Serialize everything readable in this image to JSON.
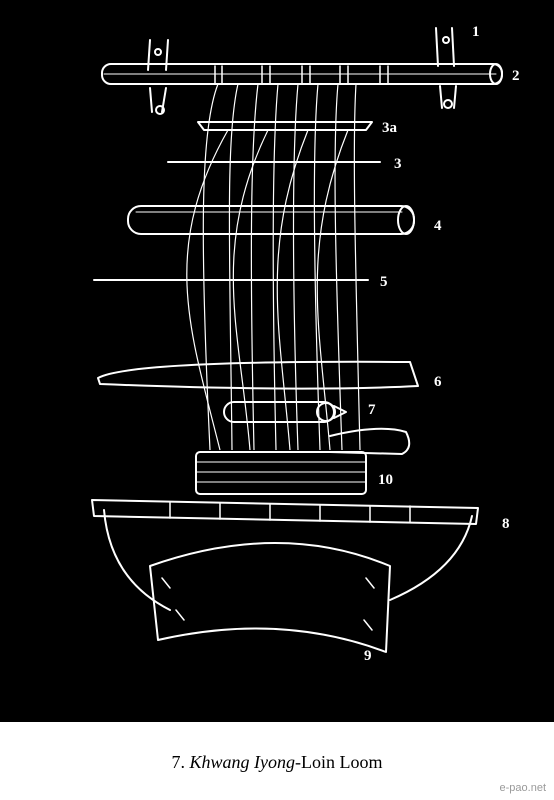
{
  "labels": {
    "l1": "1",
    "l2": "2",
    "l3a": "3a",
    "l3": "3",
    "l4": "4",
    "l5": "5",
    "l6": "6",
    "l7": "7",
    "l10": "10",
    "l8": "8",
    "l9": "9"
  },
  "caption": {
    "number": "7.",
    "italic": "Khwang Iyong",
    "rest": "-Loin Loom"
  },
  "watermark": "e-pao.net",
  "colors": {
    "plate": "#000000",
    "ink": "#ffffff",
    "page": "#ffffff",
    "watermark": "#9a9a9a"
  }
}
